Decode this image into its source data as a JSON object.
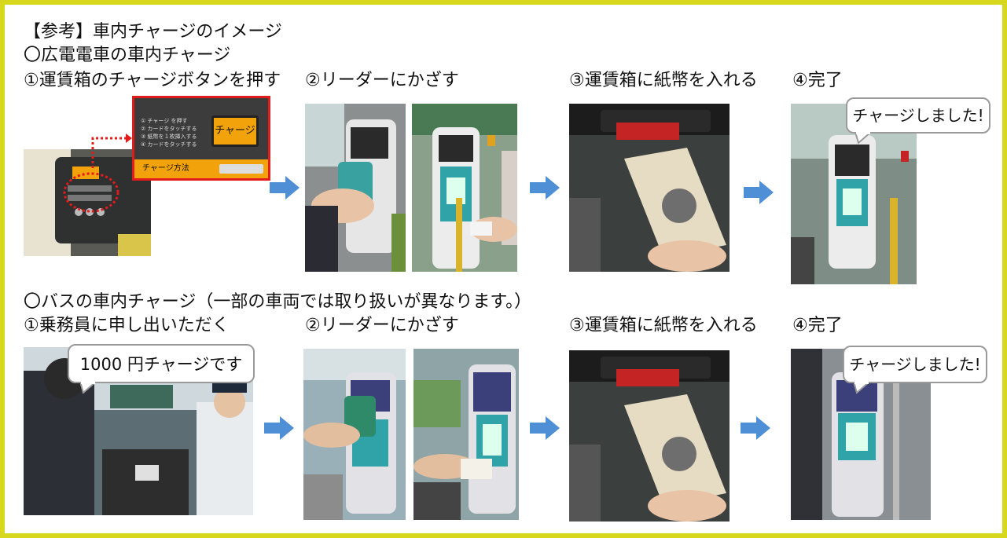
{
  "header": {
    "title": "【参考】車内チャージのイメージ",
    "section_tram": "〇広電電車の車内チャージ",
    "section_bus": "〇バスの車内チャージ（一部の車両では取り扱いが異なります。）"
  },
  "tram": {
    "step1": "①運賃箱のチャージボタンを押す",
    "step2": "②リーダーにかざす",
    "step3": "③運賃箱に紙幣を入れる",
    "step4": "④完了",
    "bubble": "チャージしました!",
    "callout": {
      "button": "チャージ",
      "method": "チャージ方法",
      "line1": "① チャージ を押す",
      "line2": "② カードをタッチする",
      "line3": "③ 紙幣を１枚挿入する",
      "line4": "④ カードをタッチする"
    }
  },
  "bus": {
    "step1": "①乗務員に申し出いただく",
    "step2": "②リーダーにかざす",
    "step3": "③運賃箱に紙幣を入れる",
    "step4": "④完了",
    "bubble_request": "1000 円チャージです",
    "bubble_done": "チャージしました!"
  },
  "colors": {
    "frame": "#d7d81e",
    "arrow": "#4f8fd6",
    "callout_border": "#e21b1b",
    "accent": "#f2a20a"
  }
}
